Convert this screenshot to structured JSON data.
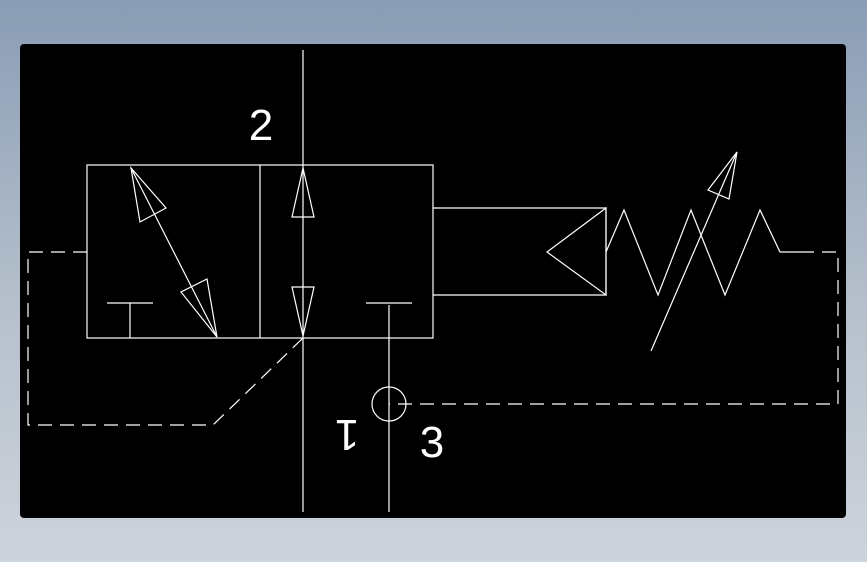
{
  "colors": {
    "canvas_background": "#000000",
    "line_color": "#ffffff"
  },
  "diagram": {
    "ports": [
      {
        "id": "port-2",
        "label": "2"
      },
      {
        "id": "port-1",
        "label": "1"
      },
      {
        "id": "port-3",
        "label": "3"
      }
    ]
  }
}
